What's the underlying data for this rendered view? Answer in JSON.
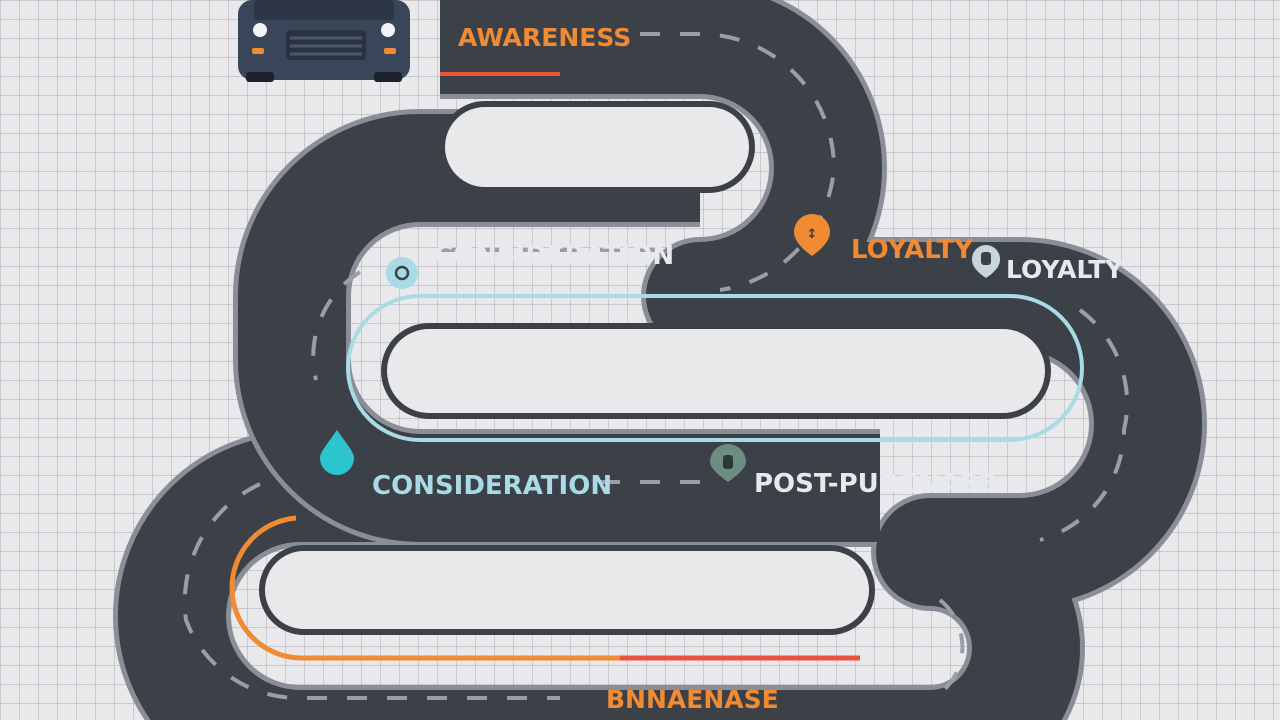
{
  "stages": {
    "awareness": "AWARENESS",
    "consideration_upper": "CONSIDERATION",
    "loyalty_orange": "LOYALTY",
    "loyalty_white": "LOYALTY",
    "consideration_lower": "CONSIDERATION",
    "post_purchase": "POST-PURCNASE",
    "bottom": "BNNAENASE"
  },
  "colors": {
    "background": "#e9e9eb",
    "road": "#3c4047",
    "road_edge": "#8a8e96",
    "lane_dash": "#9a9ea6",
    "orange": "#f08a33",
    "red_orange": "#e8543a",
    "light_blue": "#a9dbe6",
    "teal": "#2cc4cf",
    "text_light": "#e6eaef",
    "car_body": "#39465a"
  },
  "icons": {
    "car": "car-icon",
    "pin_orange": "map-pin-icon",
    "pin_light_blue": "location-icon",
    "pin_white": "location-icon",
    "drop_teal": "drop-icon",
    "pin_green": "location-icon"
  }
}
